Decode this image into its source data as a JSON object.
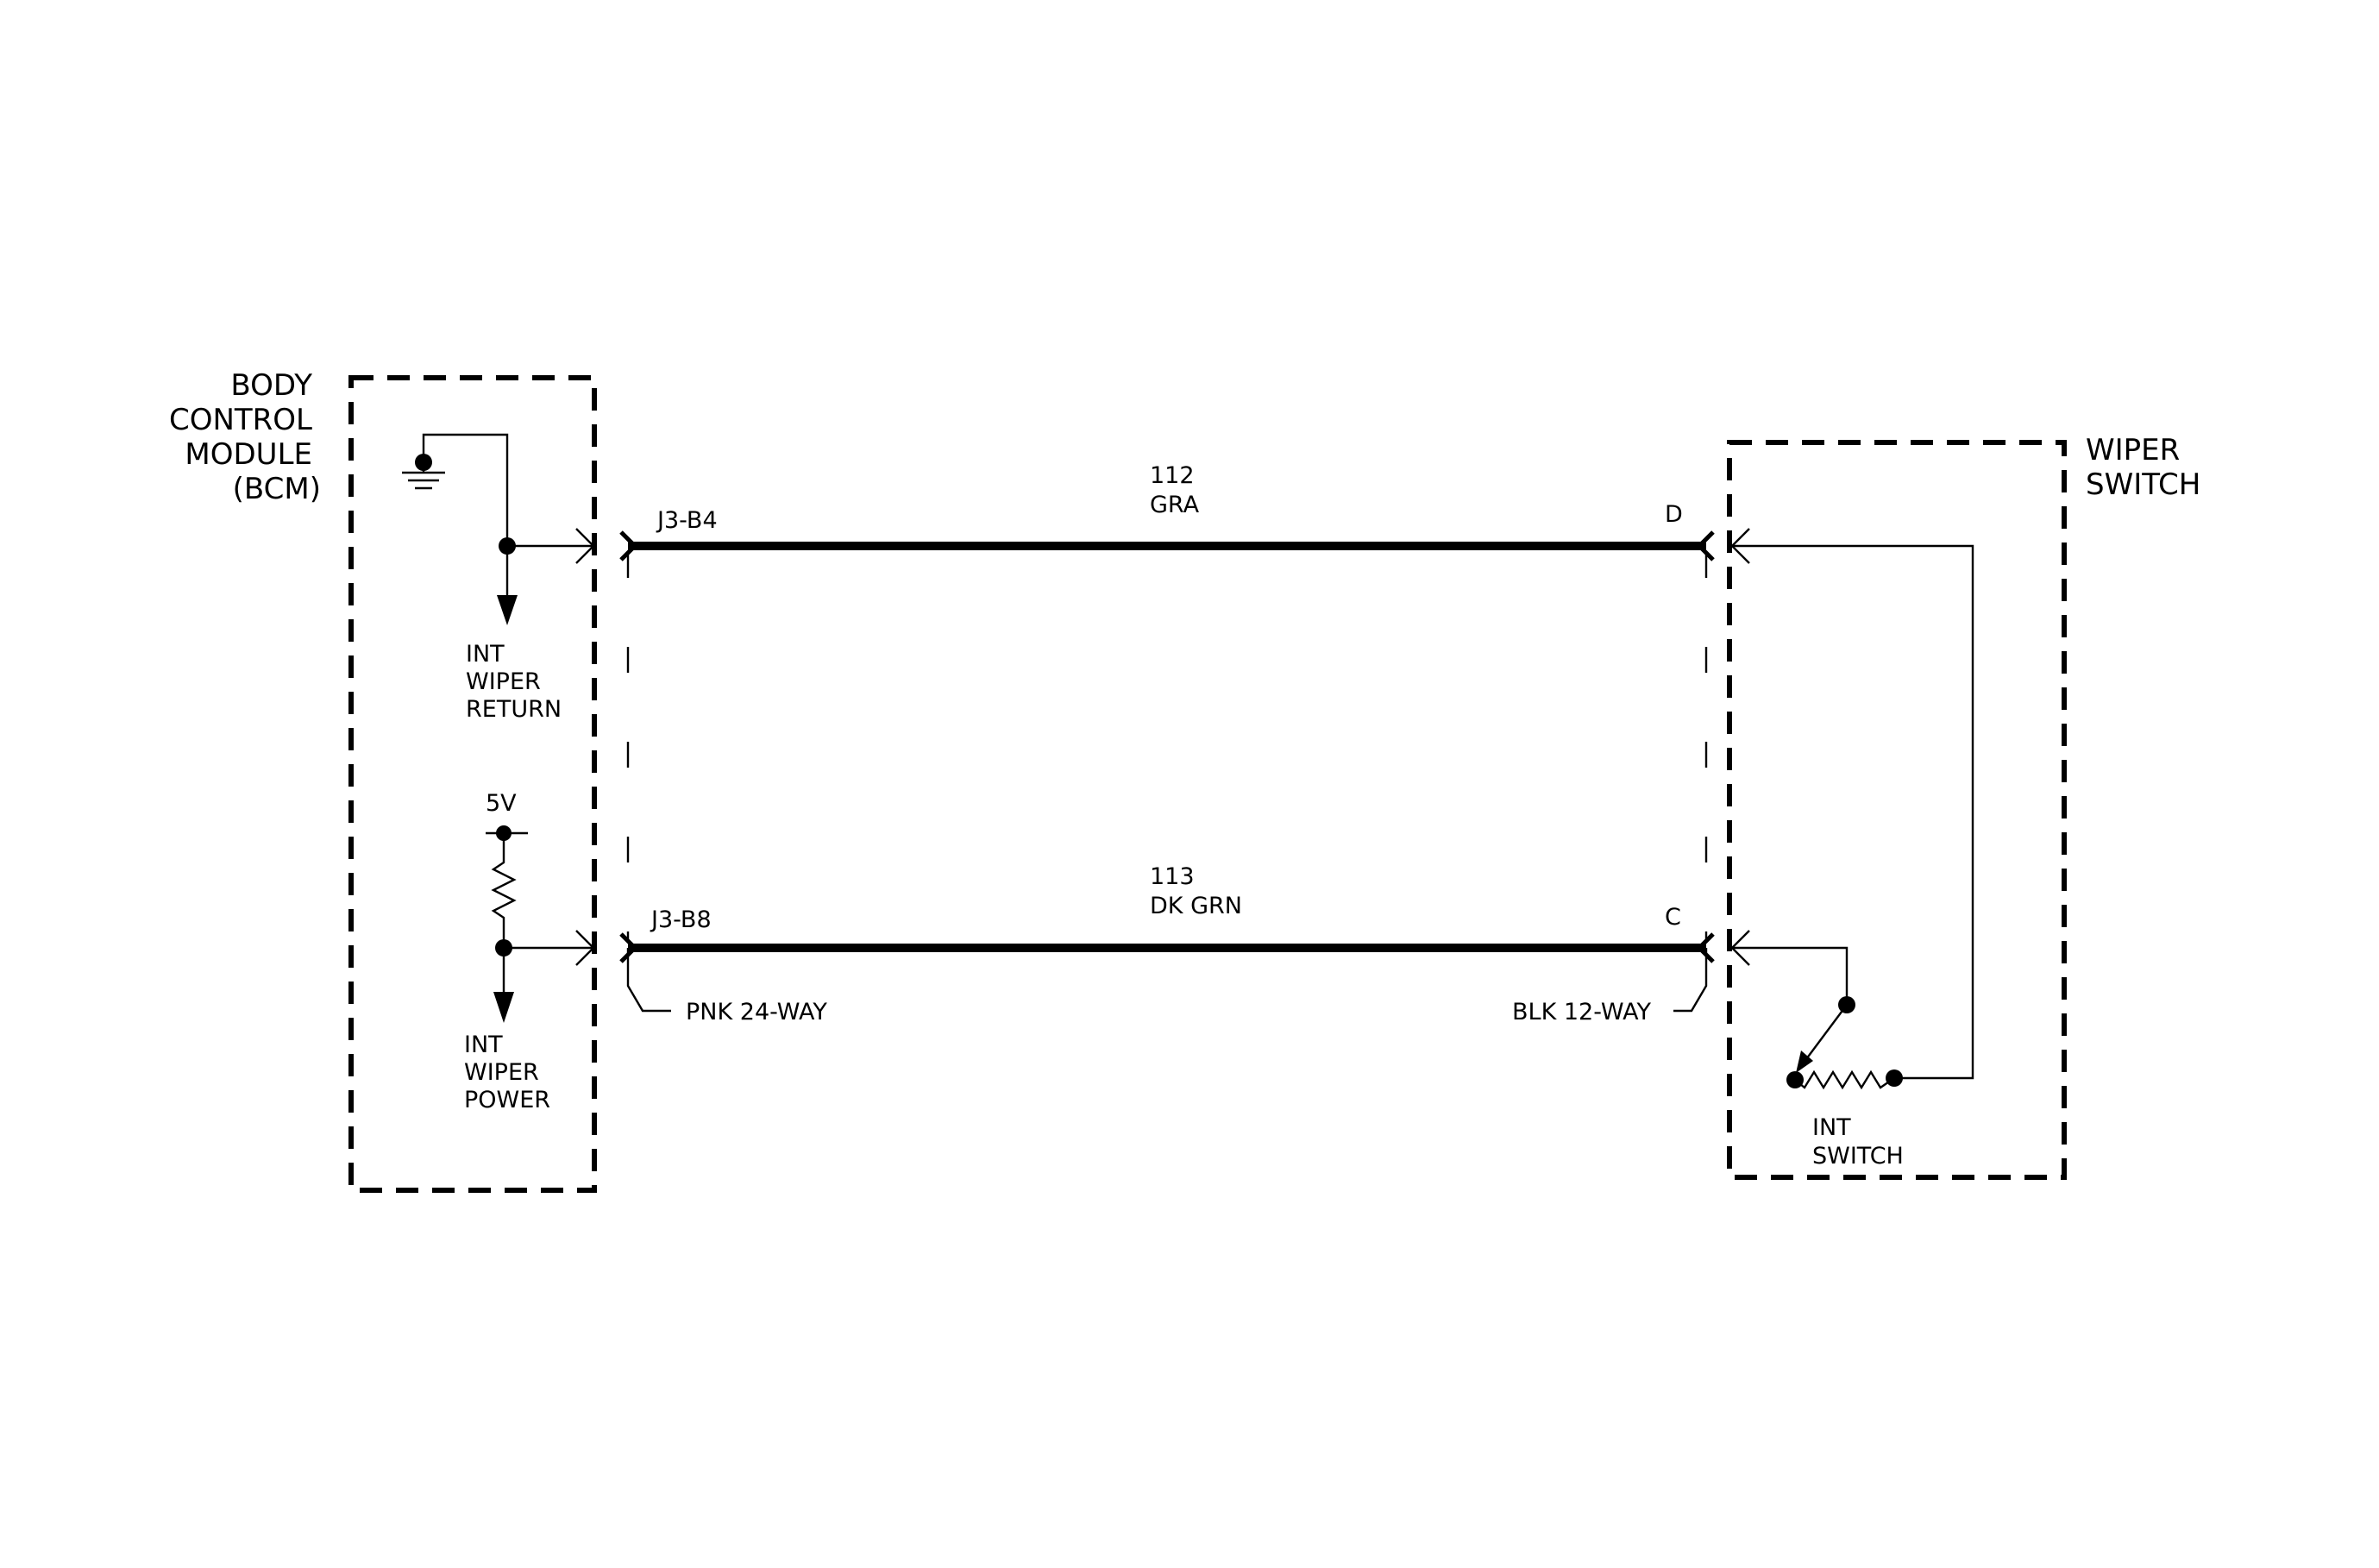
{
  "bcm": {
    "title_lines": [
      "BODY",
      "CONTROL",
      "MODULE",
      "(BCM)"
    ],
    "return_label": [
      "INT",
      "WIPER",
      "RETURN"
    ],
    "power_label": [
      "INT",
      "WIPER",
      "POWER"
    ],
    "voltage": "5V",
    "connector": "PNK 24-WAY"
  },
  "wiper_switch": {
    "title_lines": [
      "WIPER",
      "SWITCH"
    ],
    "switch_label": [
      "INT",
      "SWITCH"
    ],
    "connector": "BLK 12-WAY"
  },
  "circuits": [
    {
      "number": "112",
      "color": "GRA",
      "bcm_pin": "J3-B4",
      "switch_pin": "D"
    },
    {
      "number": "113",
      "color": "DK GRN",
      "bcm_pin": "J3-B8",
      "switch_pin": "C"
    }
  ]
}
